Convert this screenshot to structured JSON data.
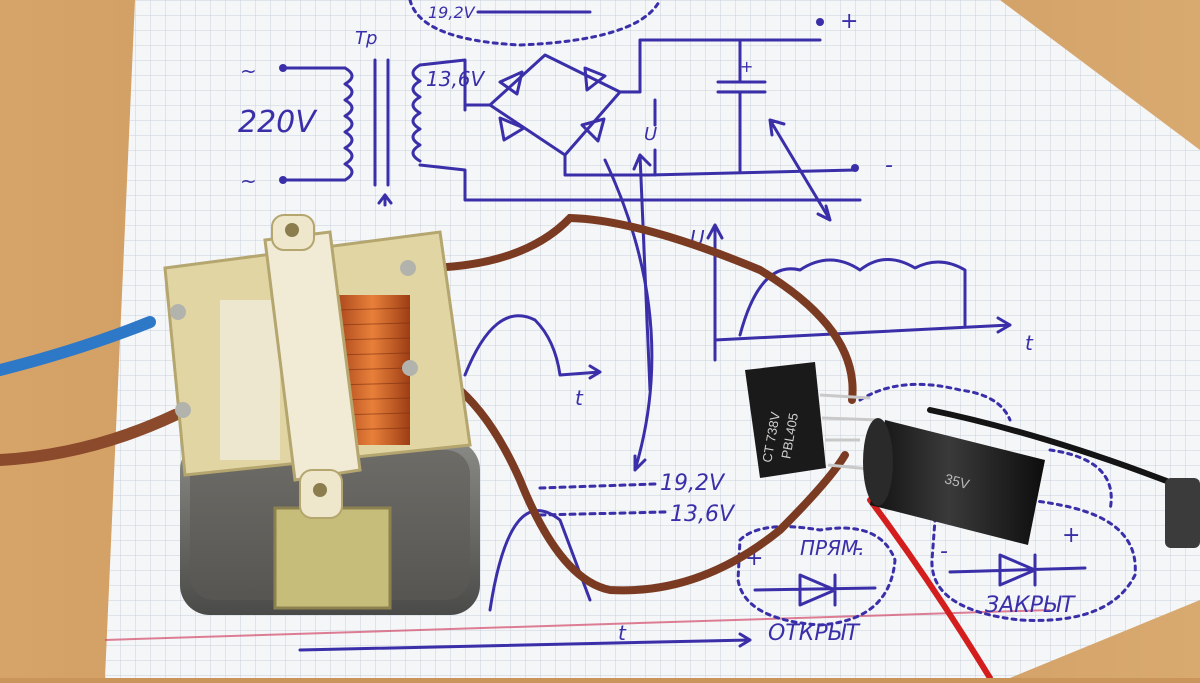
{
  "photo": {
    "labels": {
      "top_note": "19,2V",
      "transformer_symbol": "Tp",
      "mains_voltage": "220V",
      "secondary_voltage": "13,6V",
      "voltage_symbol": "U",
      "plus": "+",
      "minus": "-",
      "tilde": "~",
      "time_axis": "t",
      "peak_voltage": "19,2V",
      "rms_voltage": "13,6V",
      "forward_label": "ПРЯМ.",
      "open_label": "ОТКРЫТ",
      "closed_label": "ЗАКРЫТ",
      "bridge_marking_1": "CT 738V",
      "bridge_marking_2": "PBL405",
      "capacitor_marking": "35V"
    }
  }
}
